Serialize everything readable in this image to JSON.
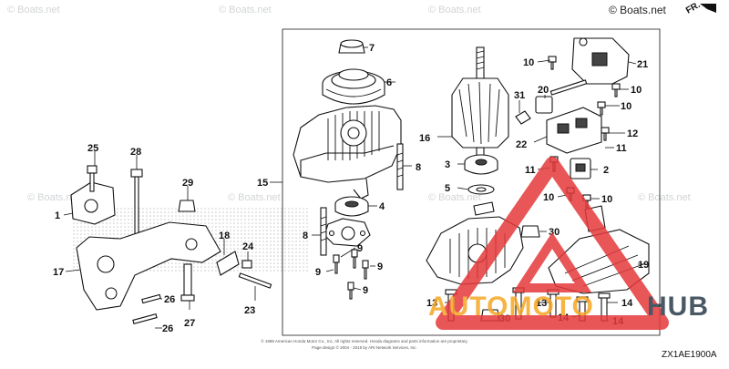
{
  "watermark": {
    "text": "© Boats.net",
    "fr_label": "FR."
  },
  "diagram_code": "ZX1AE1900A",
  "logo": {
    "text_auto": "AUTOMOTO",
    "text_hub": "HUB"
  },
  "footer": {
    "line1": "© 1998 American Honda Motor Co., Inc. All rights reserved. Honda diagrams and parts information are proprietary.",
    "line2": "Page design © 2004 - 2019 by ARI Network Services, Inc."
  },
  "callouts": [
    {
      "id": "c7",
      "text": "7"
    },
    {
      "id": "c6",
      "text": "6"
    },
    {
      "id": "c10a",
      "text": "10"
    },
    {
      "id": "c21",
      "text": "21"
    },
    {
      "id": "c10b",
      "text": "10"
    },
    {
      "id": "c31",
      "text": "31"
    },
    {
      "id": "c20",
      "text": "20"
    },
    {
      "id": "c10c",
      "text": "10"
    },
    {
      "id": "c16",
      "text": "16"
    },
    {
      "id": "c12",
      "text": "12"
    },
    {
      "id": "c22",
      "text": "22"
    },
    {
      "id": "c11a",
      "text": "11"
    },
    {
      "id": "c25",
      "text": "25"
    },
    {
      "id": "c28",
      "text": "28"
    },
    {
      "id": "c8a",
      "text": "8"
    },
    {
      "id": "c3",
      "text": "3"
    },
    {
      "id": "c11b",
      "text": "11"
    },
    {
      "id": "c2",
      "text": "2"
    },
    {
      "id": "c15",
      "text": "15"
    },
    {
      "id": "c29",
      "text": "29"
    },
    {
      "id": "c5",
      "text": "5"
    },
    {
      "id": "c10d",
      "text": "10"
    },
    {
      "id": "c10e",
      "text": "10"
    },
    {
      "id": "c1",
      "text": "1"
    },
    {
      "id": "c4",
      "text": "4"
    },
    {
      "id": "c18",
      "text": "18"
    },
    {
      "id": "c8b",
      "text": "8"
    },
    {
      "id": "c30a",
      "text": "30"
    },
    {
      "id": "c24",
      "text": "24"
    },
    {
      "id": "c9a",
      "text": "9"
    },
    {
      "id": "c17",
      "text": "17"
    },
    {
      "id": "c9b",
      "text": "9"
    },
    {
      "id": "c9c",
      "text": "9"
    },
    {
      "id": "c9d",
      "text": "9"
    },
    {
      "id": "c19",
      "text": "19"
    },
    {
      "id": "c26a",
      "text": "26"
    },
    {
      "id": "c23",
      "text": "23"
    },
    {
      "id": "c13a",
      "text": "13"
    },
    {
      "id": "c13b",
      "text": "13"
    },
    {
      "id": "c14a",
      "text": "14"
    },
    {
      "id": "c27",
      "text": "27"
    },
    {
      "id": "c30b",
      "text": "30"
    },
    {
      "id": "c14b",
      "text": "14"
    },
    {
      "id": "c14c",
      "text": "14"
    },
    {
      "id": "c26b",
      "text": "26"
    }
  ]
}
